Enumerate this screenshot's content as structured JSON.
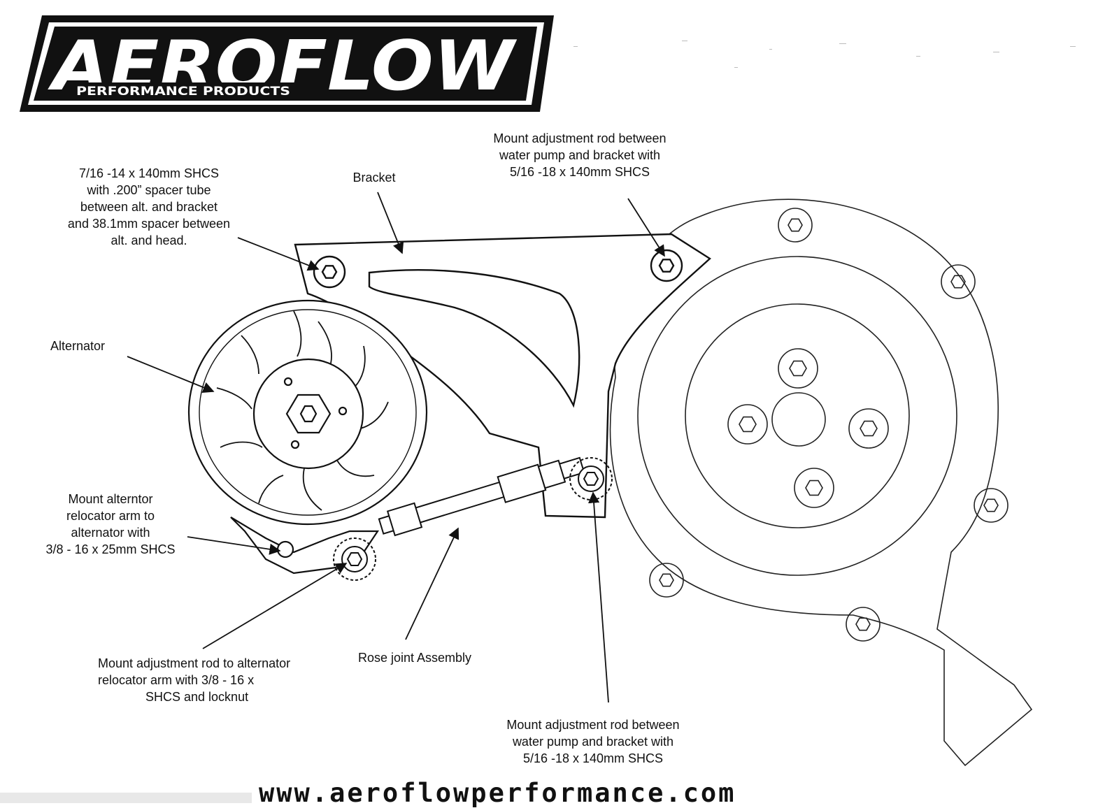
{
  "logo": {
    "brand": "AEROFLOW",
    "tagline": "PERFORMANCE PRODUCTS"
  },
  "labels": {
    "top_left_bolt": [
      "7/16 -14 x 140mm SHCS",
      "with .200” spacer tube",
      "between alt. and bracket",
      "and 38.1mm spacer between",
      "alt. and head."
    ],
    "bracket": "Bracket",
    "top_right_rod": [
      "Mount adjustment rod between",
      "water pump and bracket with",
      "5/16 -18 x 140mm SHCS"
    ],
    "alternator": "Alternator",
    "relocator_arm": [
      "Mount alterntor",
      "relocator arm to",
      "alternator with",
      "3/8 - 16 x 25mm SHCS"
    ],
    "adjust_rod_alt": [
      "Mount adjustment rod to alternator",
      "relocator arm with 3/8 - 16 x",
      "SHCS and locknut"
    ],
    "rose_joint": "Rose joint Assembly",
    "bottom_right_rod": [
      "Mount adjustment rod between",
      "water pump and bracket with",
      "5/16 -18 x 140mm SHCS"
    ]
  },
  "footer": {
    "website": "www.aeroflowperformance.com"
  }
}
